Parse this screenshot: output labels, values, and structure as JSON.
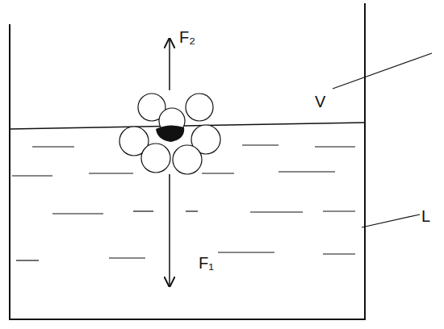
{
  "diagram": {
    "labels": [
      "F₂",
      "V",
      "L",
      "F₁"
    ]
  }
}
